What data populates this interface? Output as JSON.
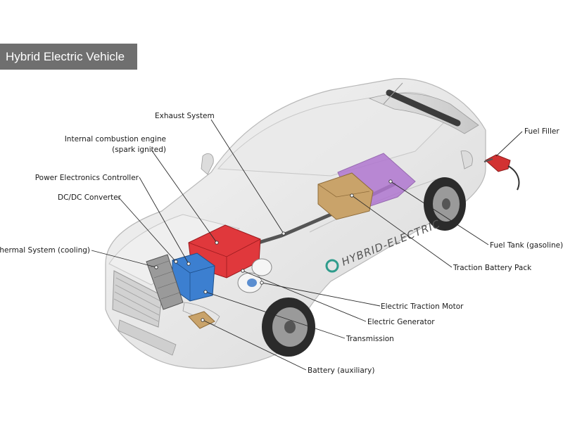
{
  "title": "Hybrid Electric Vehicle",
  "car_branding": "HYBRID-ELECTRIC",
  "labels": {
    "exhaust": "Exhaust System",
    "ice_line1": "Internal combustion engine",
    "ice_line2": "(spark ignited)",
    "pec": "Power Electronics Controller",
    "dcdc": "DC/DC Converter",
    "thermal": "Thermal System (cooling)",
    "fuel_filler": "Fuel Filler",
    "fuel_tank": "Fuel Tank (gasoline)",
    "traction_battery": "Traction Battery Pack",
    "traction_motor": "Electric Traction Motor",
    "generator": "Electric Generator",
    "transmission": "Transmission",
    "aux_battery": "Battery (auxiliary)"
  },
  "colors": {
    "title_bg": "#6f6f6f",
    "engine": "#e0383c",
    "converter": "#3c7fd0",
    "fuel_tank": "#b077d0",
    "traction_battery": "#c9a36a",
    "radiator": "#9a9a9a"
  }
}
